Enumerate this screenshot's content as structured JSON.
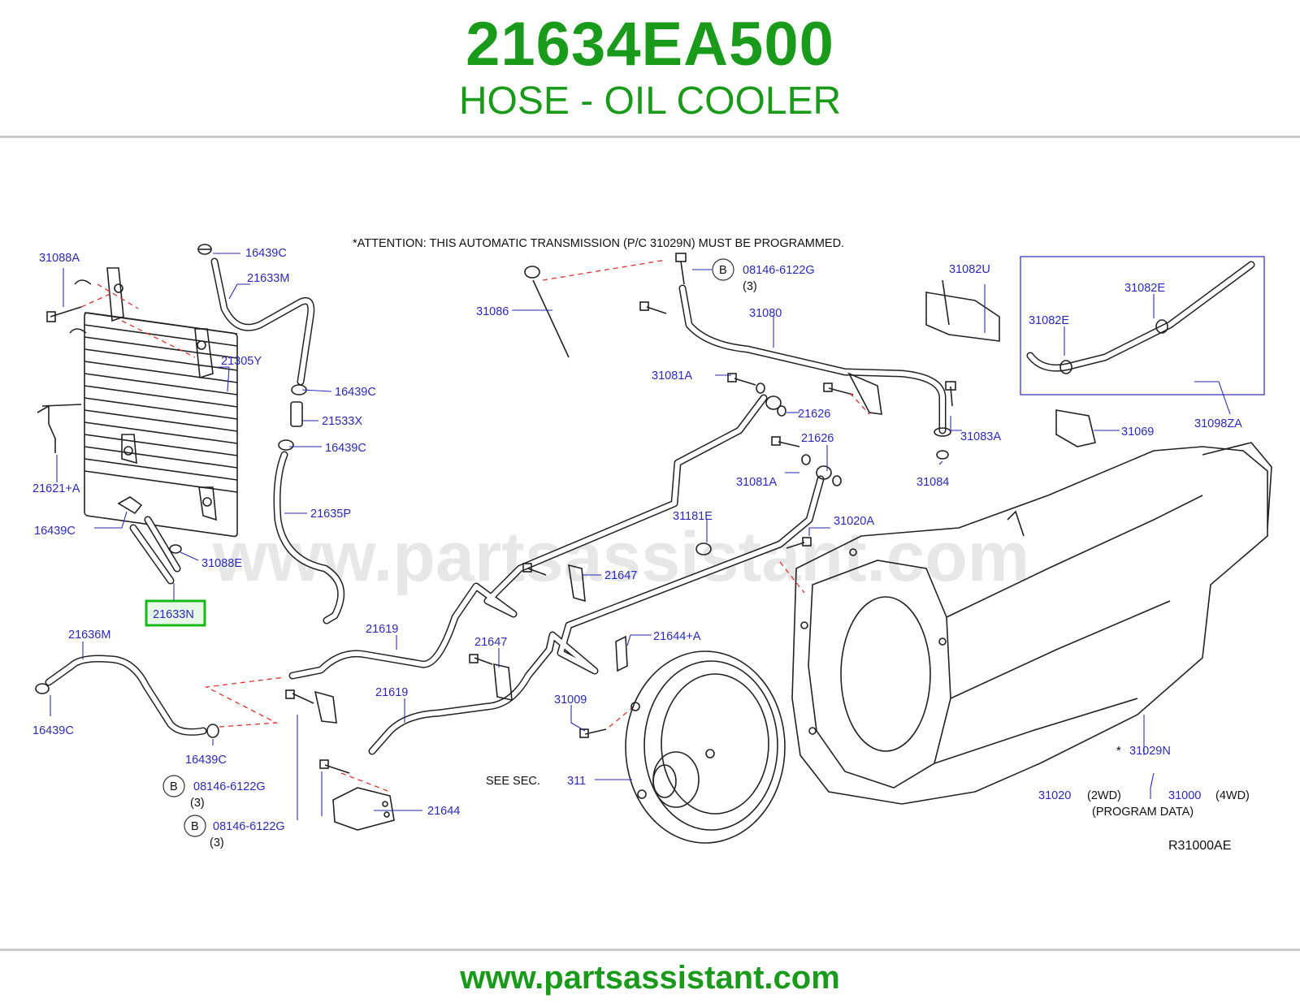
{
  "header": {
    "part_number": "21634EA500",
    "part_name": "HOSE - OIL COOLER"
  },
  "footer": {
    "url": "www.partsassistant.com"
  },
  "watermark": "www.partsassistant.com",
  "diagram": {
    "attention": "*ATTENTION:  THIS  AUTOMATIC  TRANSMISSION  (P/C  31029N)  MUST  BE  PROGRAMMED.",
    "reference_code": "R31000AE",
    "see_sec_text": "SEE   SEC.",
    "see_sec_number": "311",
    "highlight_color": "#18b818",
    "labels": {
      "l31088A": "31088A",
      "l16439C_a": "16439C",
      "l21633M": "21633M",
      "l21305Y": "21305Y",
      "l16439C_b": "16439C",
      "l21533X": "21533X",
      "l16439C_c": "16439C",
      "l21621A": "21621+A",
      "l16439C_d": "16439C",
      "l21635P": "21635P",
      "l31088E": "31088E",
      "l21633N": "21633N",
      "l21636M": "21636M",
      "l16439C_e": "16439C",
      "l16439C_f": "16439C",
      "l08146_a": "08146-6122G",
      "q3_a": "(3)",
      "l08146_b": "08146-6122G",
      "q3_b": "(3)",
      "l08146_c": "08146-6122G",
      "q3_c": "(3)",
      "l31086": "31086",
      "l31080": "31080",
      "l31081A_a": "31081A",
      "l21626_a": "21626",
      "l21626_b": "21626",
      "l31081A_b": "31081A",
      "l31082U": "31082U",
      "l31082E_a": "31082E",
      "l31082E_b": "31082E",
      "l31083A": "31083A",
      "l31084": "31084",
      "l31069": "31069",
      "l31098ZA": "31098ZA",
      "l31181E": "31181E",
      "l31020A": "31020A",
      "l21647_a": "21647",
      "l21647_b": "21647",
      "l21619_a": "21619",
      "l21619_b": "21619",
      "l21644A": "21644+A",
      "l21644": "21644",
      "l31009": "31009",
      "l31029N": "31029N",
      "l31029N_star": "*",
      "l31020": "31020",
      "l2WD": "(2WD)",
      "l31000": "31000",
      "l4WD": "(4WD)",
      "program_data": "(PROGRAM   DATA)",
      "b_marker": "B"
    }
  }
}
